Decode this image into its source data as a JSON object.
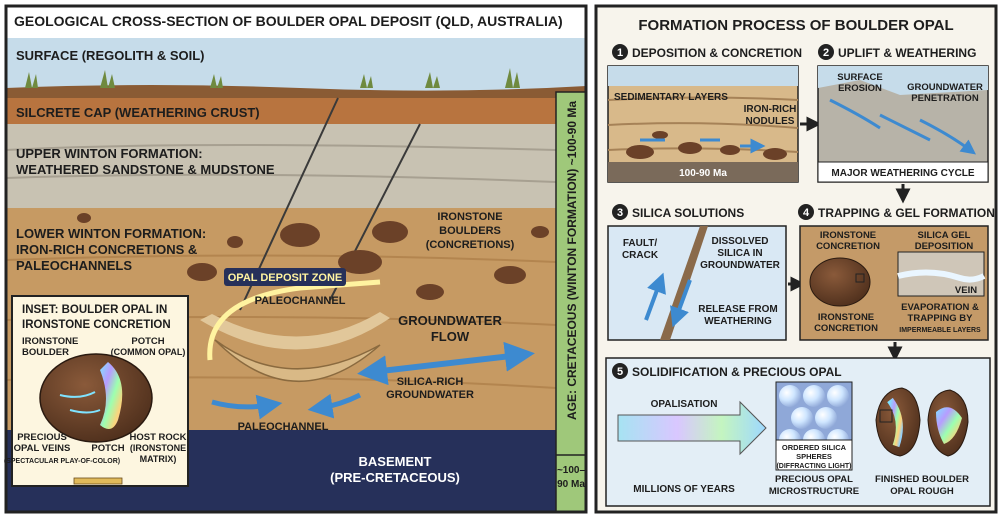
{
  "left": {
    "title": "GEOLOGICAL CROSS-SECTION OF BOULDER OPAL DEPOSIT (QLD, AUSTRALIA)",
    "layers": {
      "surface": "SURFACE (REGOLITH & SOIL)",
      "silcrete": "SILCRETE CAP (WEATHERING CRUST)",
      "upper_winton": [
        "UPPER WINTON FORMATION:",
        "WEATHERED SANDSTONE & MUDSTONE"
      ],
      "lower_winton": [
        "LOWER WINTON FORMATION:",
        "IRON-RICH CONCRETIONS &",
        "PALEOCHANNELS"
      ],
      "basement": [
        "BASEMENT",
        "(PRE-CRETACEOUS)"
      ]
    },
    "labels": {
      "ironstone_boulders": [
        "IRONSTONE",
        "BOULDERS",
        "(CONCRETIONS)"
      ],
      "opal_zone": "OPAL DEPOSIT ZONE",
      "paleochannel_upper": "PALEOCHANNEL",
      "paleochannel_lower": "PALEOCHANNEL",
      "groundwater_flow": [
        "GROUNDWATER",
        "FLOW"
      ],
      "silica_rich": [
        "SILICA-RICH",
        "GROUNDWATER"
      ]
    },
    "age_bar": {
      "label": "AGE: CRETACEOUS (WINTON FORMATION) ~100-90 Ma",
      "bottom": [
        "~100–",
        "90 Ma"
      ]
    },
    "inset": {
      "title": [
        "INSET: BOULDER OPAL IN",
        "IRONSTONE CONCRETION"
      ],
      "ironstone_boulder": [
        "IRONSTONE",
        "BOULDER"
      ],
      "potch_common": [
        "POTCH",
        "(COMMON OPAL)"
      ],
      "precious_veins": [
        "PRECIOUS",
        "OPAL VEINS"
      ],
      "play_of_color": "(SPECTACULAR PLAY-OF-COLOR)",
      "potch": "POTCH",
      "host_rock": [
        "HOST ROCK",
        "(IRONSTONE",
        "MATRIX)"
      ]
    }
  },
  "right": {
    "title": "FORMATION PROCESS OF BOULDER OPAL",
    "steps": [
      {
        "num": "1",
        "title": "DEPOSITION & CONCRETION",
        "labels": [
          "SEDIMENTARY LAYERS",
          "IRON-RICH",
          "NODULES",
          "100-90 Ma"
        ]
      },
      {
        "num": "2",
        "title": "UPLIFT & WEATHERING",
        "labels": [
          "SURFACE",
          "EROSION",
          "GROUNDWATER",
          "PENETRATION",
          "MAJOR WEATHERING CYCLE"
        ]
      },
      {
        "num": "3",
        "title": "SILICA SOLUTIONS",
        "labels": [
          "FAULT/",
          "CRACK",
          "DISSOLVED",
          "SILICA IN",
          "GROUNDWATER",
          "RELEASE FROM",
          "WEATHERING"
        ]
      },
      {
        "num": "4",
        "title": "TRAPPING & GEL FORMATION",
        "labels": [
          "IRONSTONE",
          "CONCRETION",
          "SILICA GEL",
          "DEPOSITION",
          "VEIN",
          "IRONSTONE",
          "CONCRETION",
          "EVAPORATION &",
          "TRAPPING BY",
          "IMPERMEABLE LAYERS"
        ]
      },
      {
        "num": "5",
        "title": "SOLIDIFICATION & PRECIOUS OPAL",
        "labels": [
          "OPALISATION",
          "MILLIONS OF YEARS",
          "ORDERED SILICA",
          "SPHERES",
          "(DIFFRACTING LIGHT)",
          "PRECIOUS OPAL",
          "MICROSTRUCTURE",
          "FINISHED BOULDER",
          "OPAL ROUGH"
        ]
      }
    ]
  },
  "colors": {
    "frame": "#222222",
    "sky": "#c6dcea",
    "silcrete": "#b8743f",
    "upper_winton": "#c8c2b2",
    "lower_winton": "#c69a63",
    "basement": "#26305a",
    "age_bar": "#9fc87a",
    "water": "#3d8ad0",
    "opal_zone": "#fff3a0"
  }
}
